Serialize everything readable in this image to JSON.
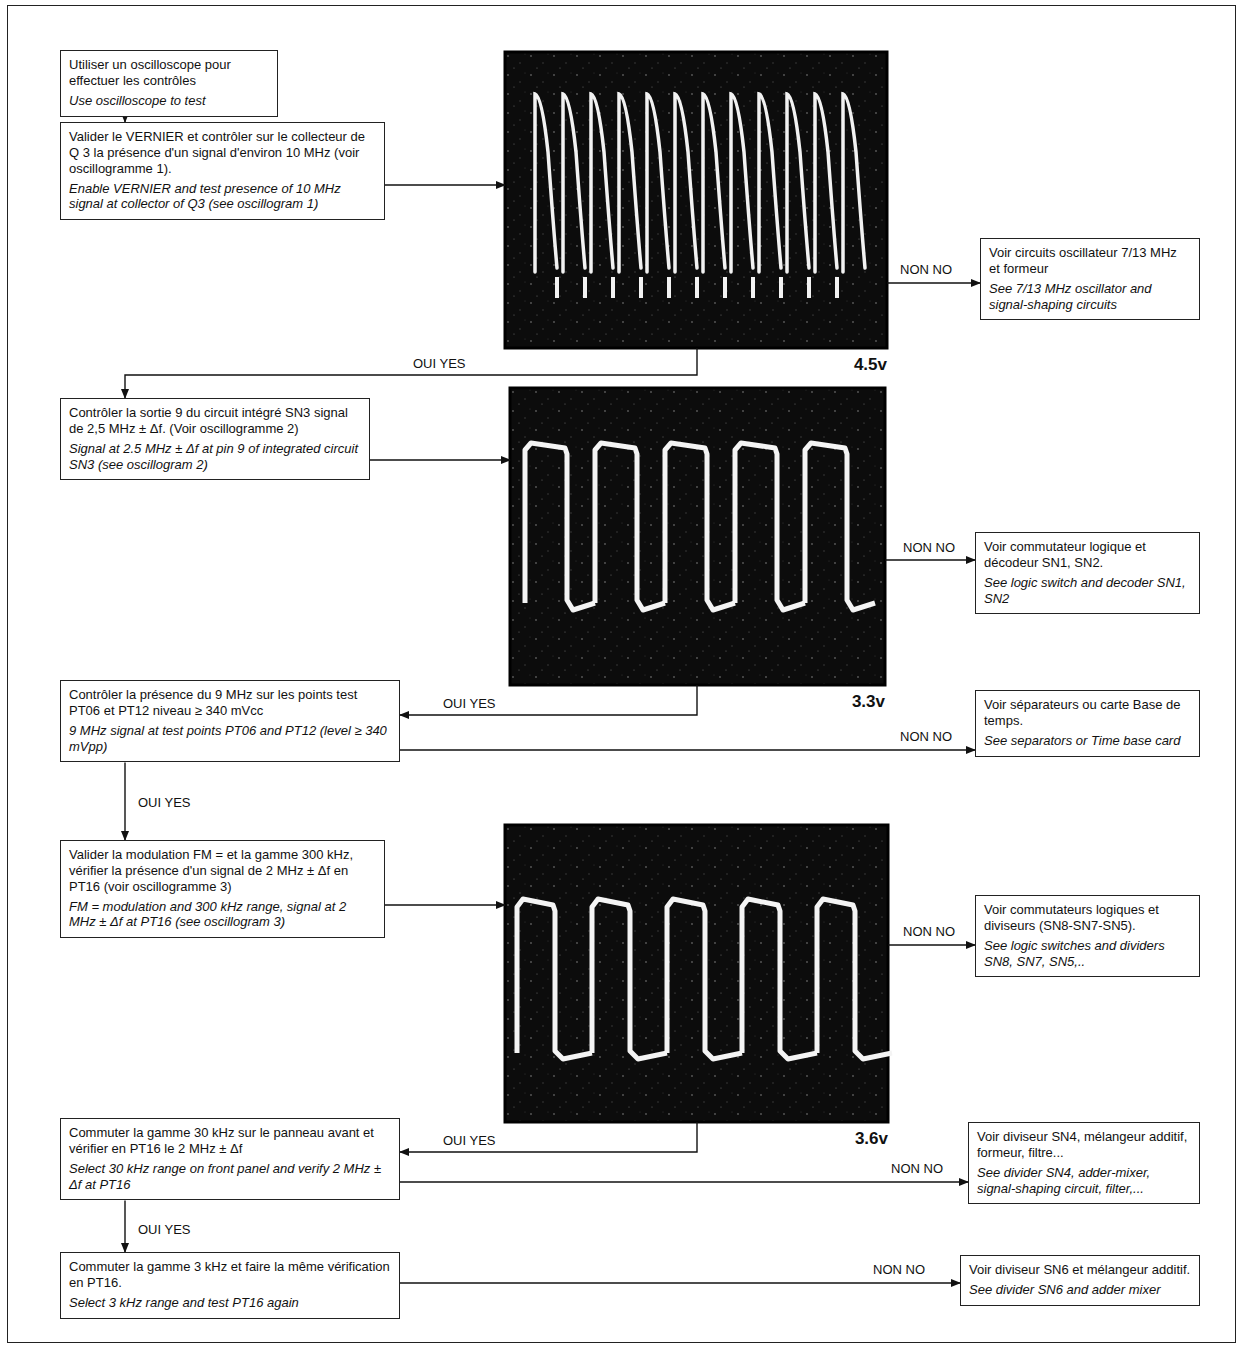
{
  "diagram": {
    "nodes": [
      {
        "text": [
          "Utiliser un oscilloscope pour effectuer les contrôles",
          "Use oscilloscope to test"
        ]
      },
      {
        "text": [
          "Valider le VERNIER et contrôler sur le collecteur de Q 3 la présence d'un signal d'environ 10 MHz (voir oscillogramme 1).",
          "Enable VERNIER and test presence of 10 MHz signal at collector of Q3 (see oscillogram 1)"
        ]
      },
      {
        "text": [
          "4.5v"
        ]
      },
      {
        "text": [
          "Voir circuits oscillateur 7/13 MHz et formeur",
          "See 7/13 MHz oscillator and signal-shaping circuits"
        ]
      },
      {
        "text": [
          "Contrôler la sortie 9 du circuit intégré SN3 signal de 2,5 MHz ± Δf. (Voir oscillogramme 2)",
          "Signal at 2.5 MHz ± Δf at pin 9 of integrated circuit SN3 (see oscillogram 2)"
        ]
      },
      {
        "text": [
          "3.3v"
        ]
      },
      {
        "text": [
          "Voir commutateur logique et décodeur SN1, SN2.",
          "See logic switch and decoder SN1, SN2"
        ]
      },
      {
        "text": [
          "Contrôler la présence du 9 MHz sur les points test PT06 et PT12 niveau ≥ 340 mVcc",
          "9 MHz signal at test points PT06 and PT12 (level ≥ 340 mVpp)"
        ]
      },
      {
        "text": [
          "Voir séparateurs ou carte Base de temps.",
          "See separators or Time base card"
        ]
      },
      {
        "text": [
          "Valider la modulation FM = et la gamme 300 kHz, vérifier la présence d'un signal de 2 MHz ± Δf en PT16 (voir oscillogramme 3)",
          "FM = modulation and 300 kHz range, signal at 2 MHz ± Δf at PT16 (see oscillogram 3)"
        ]
      },
      {
        "text": [
          "3.6v"
        ]
      },
      {
        "text": [
          "Voir commutateurs logiques et diviseurs (SN8-SN7-SN5).",
          "See logic switches and dividers SN8, SN7, SN5,.."
        ]
      },
      {
        "text": [
          "Commuter la gamme 30 kHz sur le panneau avant et vérifier en PT16 le 2 MHz ± Δf",
          "Select 30 kHz range on front panel and verify 2 MHz ± Δf at PT16"
        ]
      },
      {
        "text": [
          "Voir diviseur SN4, mélangeur additif, formeur, filtre...",
          "See divider SN4, adder-mixer, signal-shaping circuit, filter,..."
        ]
      },
      {
        "text": [
          "Commuter la gamme 3 kHz et faire la même vérification en PT16.",
          "Select 3 kHz range and test PT16 again"
        ]
      },
      {
        "text": [
          "Voir diviseur SN6 et mélangeur additif.",
          "See divider SN6 and adder mixer"
        ]
      }
    ],
    "edges": [
      {
        "from": 0,
        "to": 1,
        "arrow": "to"
      },
      {
        "from": 1,
        "to": 2,
        "arrow": "to"
      },
      {
        "from": 2,
        "to": 3,
        "label": "NON NO",
        "arrow": "to"
      },
      {
        "from": 2,
        "to": 4,
        "label": "OUI YES",
        "arrow": "to"
      },
      {
        "from": 4,
        "to": 5,
        "arrow": "to"
      },
      {
        "from": 5,
        "to": 6,
        "label": "NON NO",
        "arrow": "to"
      },
      {
        "from": 5,
        "to": 7,
        "label": "OUI YES",
        "arrow": "to"
      },
      {
        "from": 7,
        "to": 8,
        "label": "NON NO",
        "arrow": "to"
      },
      {
        "from": 7,
        "to": 9,
        "label": "OUI YES",
        "arrow": "to"
      },
      {
        "from": 9,
        "to": 10,
        "arrow": "to"
      },
      {
        "from": 10,
        "to": 11,
        "label": "NON NO",
        "arrow": "to"
      },
      {
        "from": 10,
        "to": 12,
        "label": "OUI YES",
        "arrow": "to"
      },
      {
        "from": 12,
        "to": 13,
        "label": "NON NO",
        "arrow": "to"
      },
      {
        "from": 12,
        "to": 14,
        "label": "OUI YES",
        "arrow": "to"
      },
      {
        "from": 14,
        "to": 15,
        "label": "NON NO",
        "arrow": "to"
      }
    ]
  }
}
